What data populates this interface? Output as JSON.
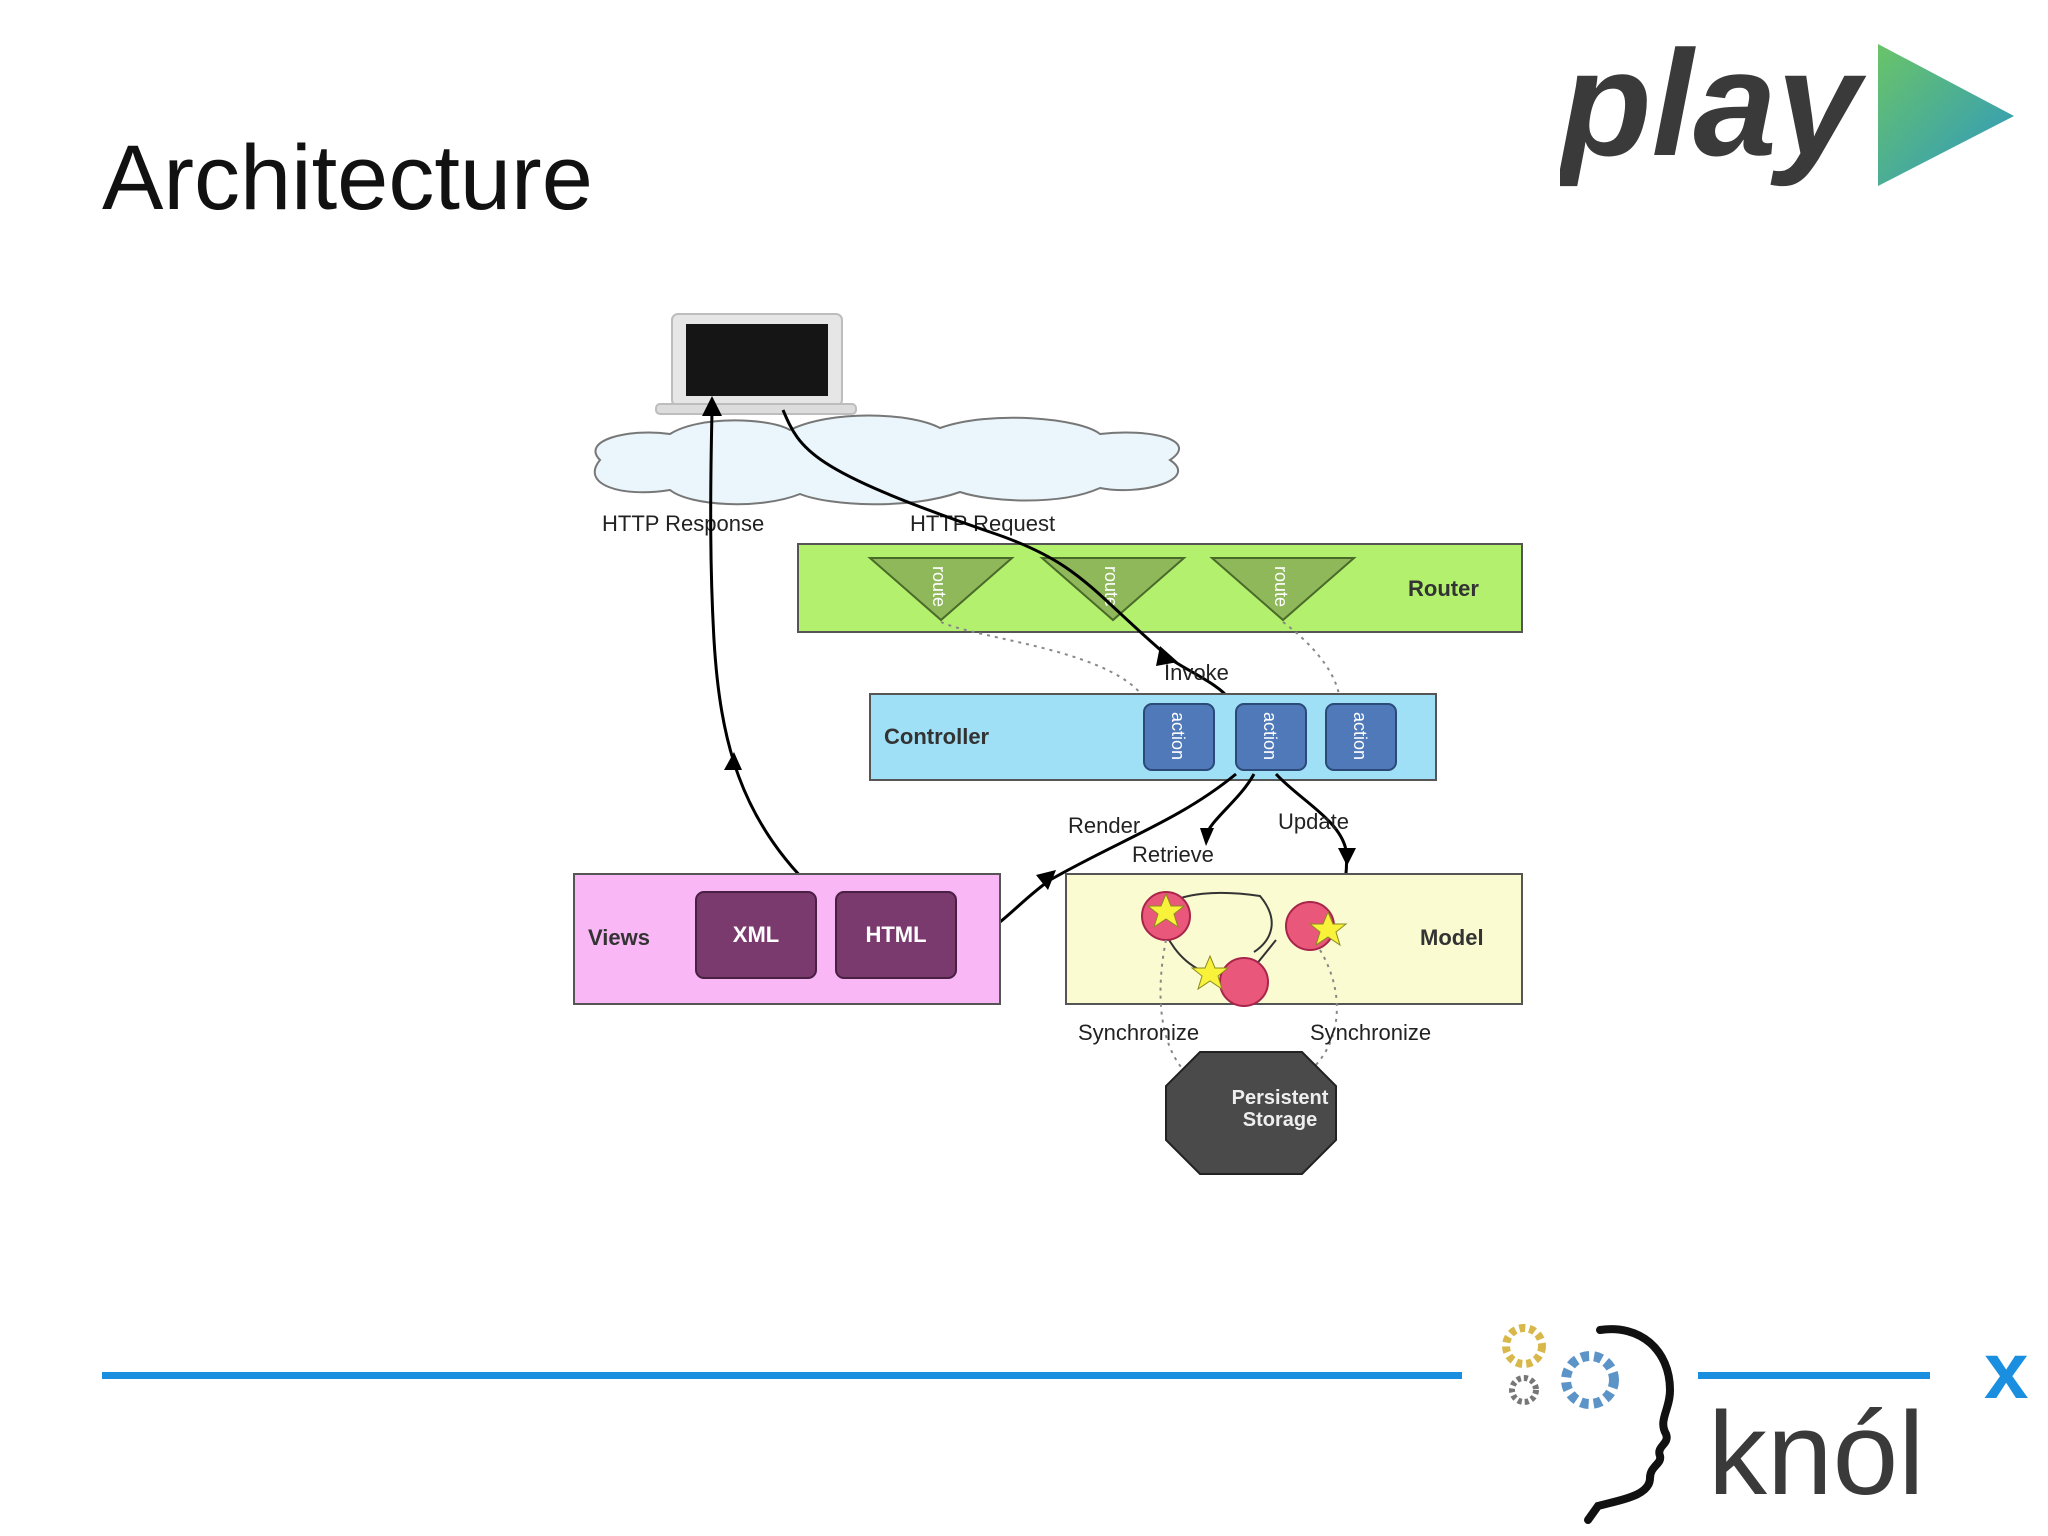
{
  "slide": {
    "title": "Architecture"
  },
  "logos": {
    "play_text": "play",
    "knolx_text": "knól",
    "knolx_sup": "x"
  },
  "diagram": {
    "http_response": "HTTP Response",
    "http_request": "HTTP Request",
    "router": {
      "label": "Router",
      "routes": [
        "route",
        "route",
        "route"
      ]
    },
    "invoke": "Invoke",
    "controller": {
      "label": "Controller",
      "actions": [
        "action",
        "action",
        "action"
      ]
    },
    "render": "Render",
    "retrieve": "Retrieve",
    "update": "Update",
    "views": {
      "label": "Views",
      "items": [
        "XML",
        "HTML"
      ]
    },
    "model": {
      "label": "Model"
    },
    "synchronize_left": "Synchronize",
    "synchronize_right": "Synchronize",
    "storage": {
      "line1": "Persistent",
      "line2": "Storage"
    }
  },
  "colors": {
    "router_fill": "#b3f06e",
    "route_fill": "#8fb85a",
    "controller_fill": "#9fe0f7",
    "action_fill": "#4f79b8",
    "views_fill": "#f9b8f5",
    "view_item_fill": "#7a3a6e",
    "model_fill": "#fbfbd2",
    "model_node_fill": "#e9587a",
    "star_fill": "#f8f23a",
    "storage_fill": "#4a4a4a",
    "accent_line": "#1a8fe0",
    "play_green": "#5db772",
    "play_blue": "#2e9cc0"
  }
}
